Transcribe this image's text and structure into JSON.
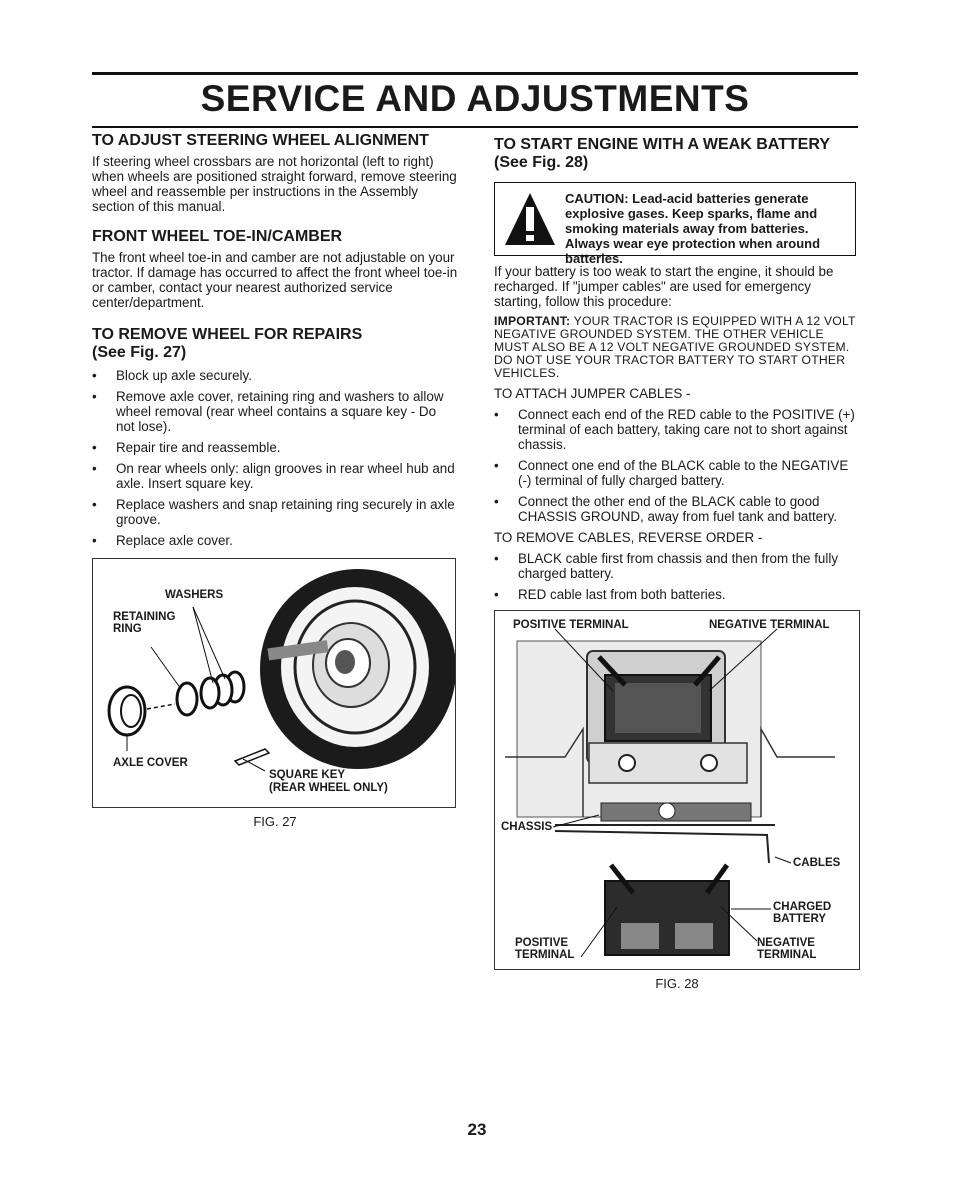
{
  "header": {
    "title": "SERVICE AND ADJUSTMENTS"
  },
  "left": {
    "steering": {
      "heading": "TO ADJUST STEERING WHEEL ALIGNMENT",
      "body": "If steering wheel crossbars are not horizontal (left to right) when wheels are positioned straight forward, remove steering wheel and reassemble per instructions in the Assembly section of this manual."
    },
    "toein": {
      "heading": "FRONT WHEEL TOE-IN/CAMBER",
      "body": "The front wheel toe-in and camber are not adjustable on your tractor. If damage has occurred to affect the front wheel toe-in or camber, contact your nearest authorized service center/department."
    },
    "remove": {
      "heading": "TO REMOVE WHEEL FOR REPAIRS",
      "subheading": "(See Fig. 27)",
      "bullets": [
        "Block up axle securely.",
        "Remove axle cover, retaining ring and washers to allow wheel removal (rear wheel contains a square key - Do not lose).",
        "Repair tire and reassemble.",
        "On rear wheels only: align grooves in rear wheel hub and axle. Insert square key.",
        "Replace washers and snap retaining ring securely in axle groove.",
        "Replace axle cover."
      ]
    },
    "fig27": {
      "labels": {
        "washers": "WASHERS",
        "retaining_1": "RETAINING",
        "retaining_2": "RING",
        "axle_cover": "AXLE COVER",
        "square_key_1": "SQUARE KEY",
        "square_key_2": "(REAR WHEEL ONLY)"
      },
      "caption": "FIG. 27"
    }
  },
  "right": {
    "battery": {
      "heading_1": "TO START ENGINE WITH A WEAK BATTERY",
      "heading_2": "(See Fig. 28)"
    },
    "caution": "CAUTION: Lead-acid batteries generate explosive gases. Keep sparks, flame and smoking materials away from batteries. Always wear eye protection when around batteries.",
    "intro": "If your battery is too weak to start the engine, it should be recharged. If \"jumper cables\" are used for emergency starting, follow this procedure:",
    "important_label": "IMPORTANT:",
    "important_text": "YOUR TRACTOR IS EQUIPPED WITH A 12 VOLT NEGATIVE GROUNDED SYSTEM. THE OTHER VEHICLE MUST ALSO BE A 12 VOLT NEGATIVE GROUNDED SYSTEM. DO NOT USE YOUR TRACTOR BATTERY TO START OTHER VEHICLES.",
    "attach_heading": "TO ATTACH JUMPER CABLES -",
    "attach_bullets": [
      "Connect each end of the RED cable to the POSITIVE (+) terminal of each battery, taking care not to short against chassis.",
      "Connect one end of the BLACK cable to the NEGATIVE (-) terminal of fully charged battery.",
      "Connect the other end of the BLACK cable to good CHASSIS GROUND, away from fuel tank and battery."
    ],
    "remove_heading": "TO REMOVE CABLES, REVERSE ORDER -",
    "remove_bullets": [
      "BLACK cable first from chassis and then from the fully charged battery.",
      "RED cable last from both batteries."
    ],
    "fig28": {
      "labels": {
        "pos_top": "POSITIVE TERMINAL",
        "neg_top": "NEGATIVE TERMINAL",
        "chassis": "CHASSIS",
        "cables": "CABLES",
        "charged_1": "CHARGED",
        "charged_2": "BATTERY",
        "pos_bot_1": "POSITIVE",
        "pos_bot_2": "TERMINAL",
        "neg_bot_1": "NEGATIVE",
        "neg_bot_2": "TERMINAL"
      },
      "caption": "FIG. 28"
    }
  },
  "page_number": "23"
}
